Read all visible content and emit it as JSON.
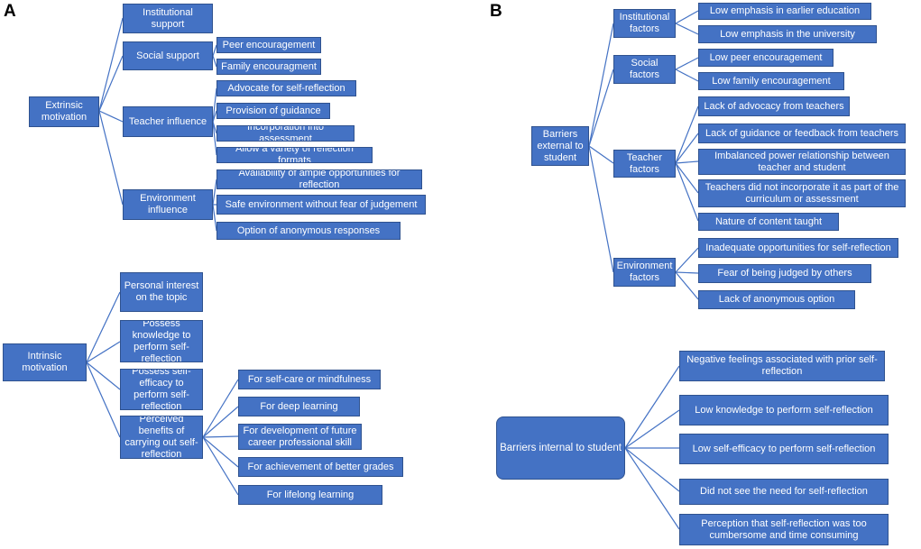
{
  "panel_a": {
    "label": "A",
    "extrinsic": {
      "root": "Extrinsic motivation",
      "institutional": "Institutional support",
      "social": "Social support",
      "social_items": [
        "Peer encouragement",
        "Family encouragment"
      ],
      "teacher": "Teacher influence",
      "teacher_items": [
        "Advocate for self-reflection",
        "Provision of guidance",
        "Incorporation into assessment",
        "Allow a variety of reflection formats"
      ],
      "environment": "Environment influence",
      "environment_items": [
        "Availability of ample opportunities for reflection",
        "Safe environment without fear of judgement",
        "Option of anonymous responses"
      ]
    },
    "intrinsic": {
      "root": "Intrinsic motivation",
      "interest": "Personal interest on the topic",
      "knowledge": "Possess knowledge to perform self-reflection",
      "efficacy": "Possess self-efficacy to perform self-reflection",
      "benefits": "Perceived benefits of carrying out self-reflection",
      "benefit_items": [
        "For self-care or mindfulness",
        "For deep learning",
        "For development of future career professional skill",
        "For achievement of better grades",
        "For lifelong learning"
      ]
    }
  },
  "panel_b": {
    "label": "B",
    "external": {
      "root": "Barriers external to student",
      "institutional": "Institutional factors",
      "institutional_items": [
        "Low emphasis in earlier education",
        "Low emphasis in the university"
      ],
      "social": "Social factors",
      "social_items": [
        "Low peer encouragement",
        "Low family encouragement"
      ],
      "teacher": "Teacher factors",
      "teacher_items": [
        "Lack of advocacy from teachers",
        "Lack of guidance or feedback from teachers",
        "Imbalanced power relationship between teacher and student",
        "Teachers did not incorporate it as part of the curriculum or assessment",
        "Nature of content taught"
      ],
      "environment": "Environment factors",
      "environment_items": [
        "Inadequate opportunities for self-reflection",
        "Fear of being judged by others",
        "Lack of anonymous option"
      ]
    },
    "internal": {
      "root": "Barriers internal to student",
      "items": [
        "Negative feelings associated with prior self-reflection",
        "Low knowledge to perform self-reflection",
        "Low self-efficacy to perform self-reflection",
        "Did not see the need for self-reflection",
        "Perception that self-reflection was too cumbersome and time consuming"
      ]
    }
  },
  "colors": {
    "node_fill": "#4472c4",
    "node_border": "#2f528f",
    "connector": "#4472c4"
  }
}
